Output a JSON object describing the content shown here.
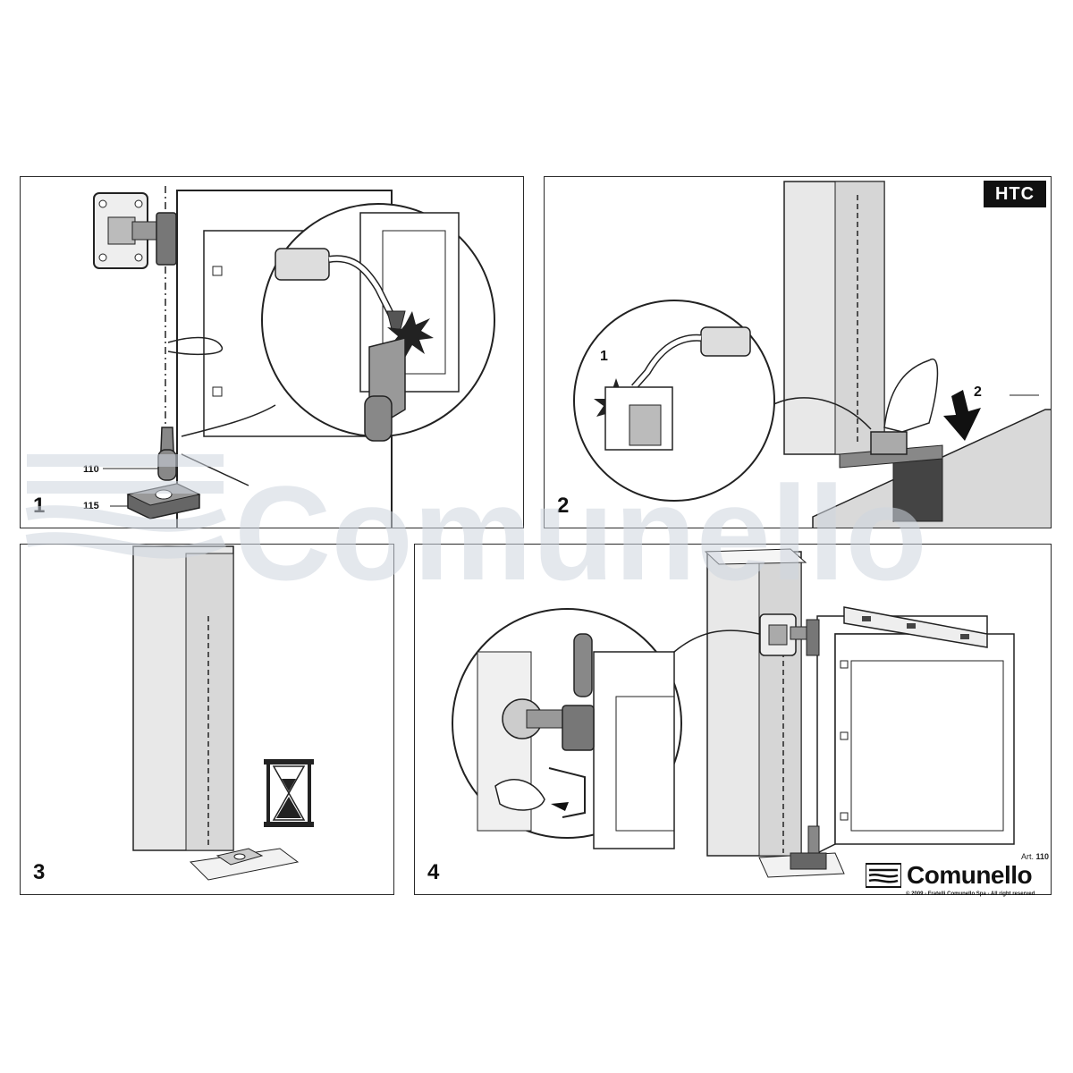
{
  "panels": [
    {
      "step": "1"
    },
    {
      "step": "2"
    },
    {
      "step": "3"
    },
    {
      "step": "4"
    }
  ],
  "panel1": {
    "callout_a": "110",
    "callout_b": "115"
  },
  "panel2": {
    "badge": "HTC",
    "callout_1": "1",
    "callout_2": "2"
  },
  "watermark": {
    "text": "Comunello"
  },
  "footer": {
    "art_label": "Art.",
    "art_number": "110",
    "brand": "Comunello",
    "copyright": "© 2009 - Fratelli Comunello Spa - All right reserved"
  },
  "colors": {
    "line": "#2a2a2a",
    "watermark": "#cfd6e0",
    "badge_bg": "#111111"
  }
}
